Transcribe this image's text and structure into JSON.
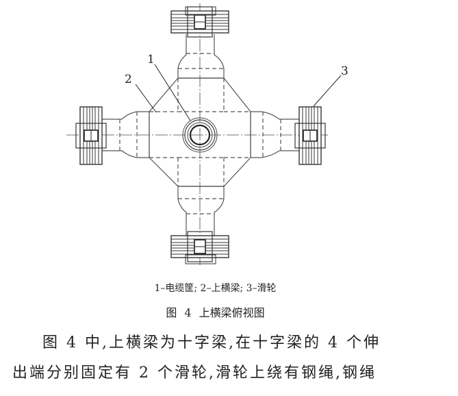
{
  "figure": {
    "labels": [
      "1",
      "2",
      "3"
    ],
    "legend": "1–电缆筐; 2–上横梁; 3–滑轮",
    "caption": "图 4  上横梁俯视图"
  },
  "body": {
    "lines": [
      "图 4 中,上横梁为十字梁,在十字梁的 4 个伸",
      "出端分别固定有 2 个滑轮,滑轮上绕有钢绳,钢绳"
    ]
  }
}
